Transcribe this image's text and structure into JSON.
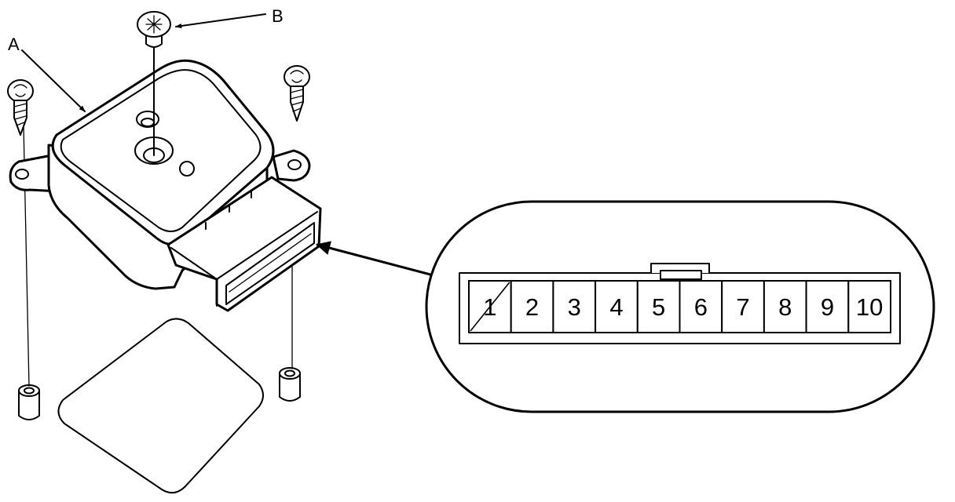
{
  "labels": {
    "a": "A",
    "b": "B"
  },
  "connector": {
    "pins": [
      "1",
      "2",
      "3",
      "4",
      "5",
      "6",
      "7",
      "8",
      "9",
      "10"
    ],
    "unused_pins": [
      "1"
    ]
  }
}
